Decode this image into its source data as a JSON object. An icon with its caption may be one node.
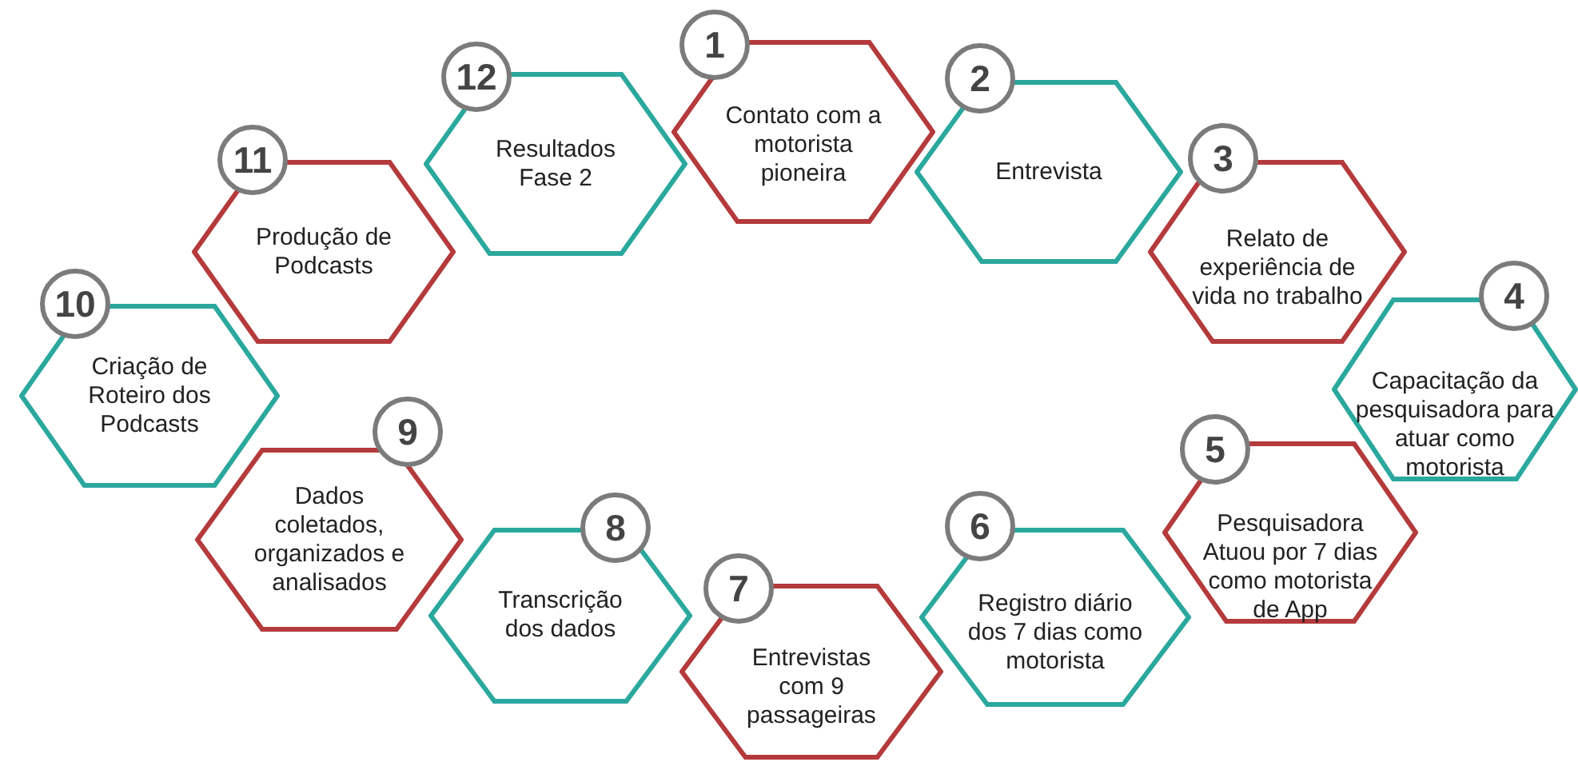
{
  "diagram": {
    "nodes": [
      {
        "text": [
          "1"
        ]
      },
      {
        "text": [
          "Contato com a motorista pioneira"
        ]
      },
      {
        "text": [
          "2"
        ]
      },
      {
        "text": [
          "Entrevista"
        ]
      },
      {
        "text": [
          "3"
        ]
      },
      {
        "text": [
          "Relato de experiência de vida no trabalho"
        ]
      },
      {
        "text": [
          "4"
        ]
      },
      {
        "text": [
          "Capacitação da pesquisadora para atuar como motorista"
        ]
      },
      {
        "text": [
          "5"
        ]
      },
      {
        "text": [
          "Pesquisadora Atuou por 7 dias como motorista de App"
        ]
      },
      {
        "text": [
          "6"
        ]
      },
      {
        "text": [
          "Registro diário dos 7 dias como motorista"
        ]
      },
      {
        "text": [
          "7"
        ]
      },
      {
        "text": [
          "Entrevistas com 9 passageiras"
        ]
      },
      {
        "text": [
          "8"
        ]
      },
      {
        "text": [
          "Transcrição dos dados"
        ]
      },
      {
        "text": [
          "9"
        ]
      },
      {
        "text": [
          "Dados coletados, organizados e analisados"
        ]
      },
      {
        "text": [
          "10"
        ]
      },
      {
        "text": [
          "Criação de Roteiro dos Podcasts"
        ]
      },
      {
        "text": [
          "11"
        ]
      },
      {
        "text": [
          "Produção de Podcasts"
        ]
      },
      {
        "text": [
          "12"
        ]
      },
      {
        "text": [
          "Resultados Fase 2"
        ]
      }
    ]
  }
}
